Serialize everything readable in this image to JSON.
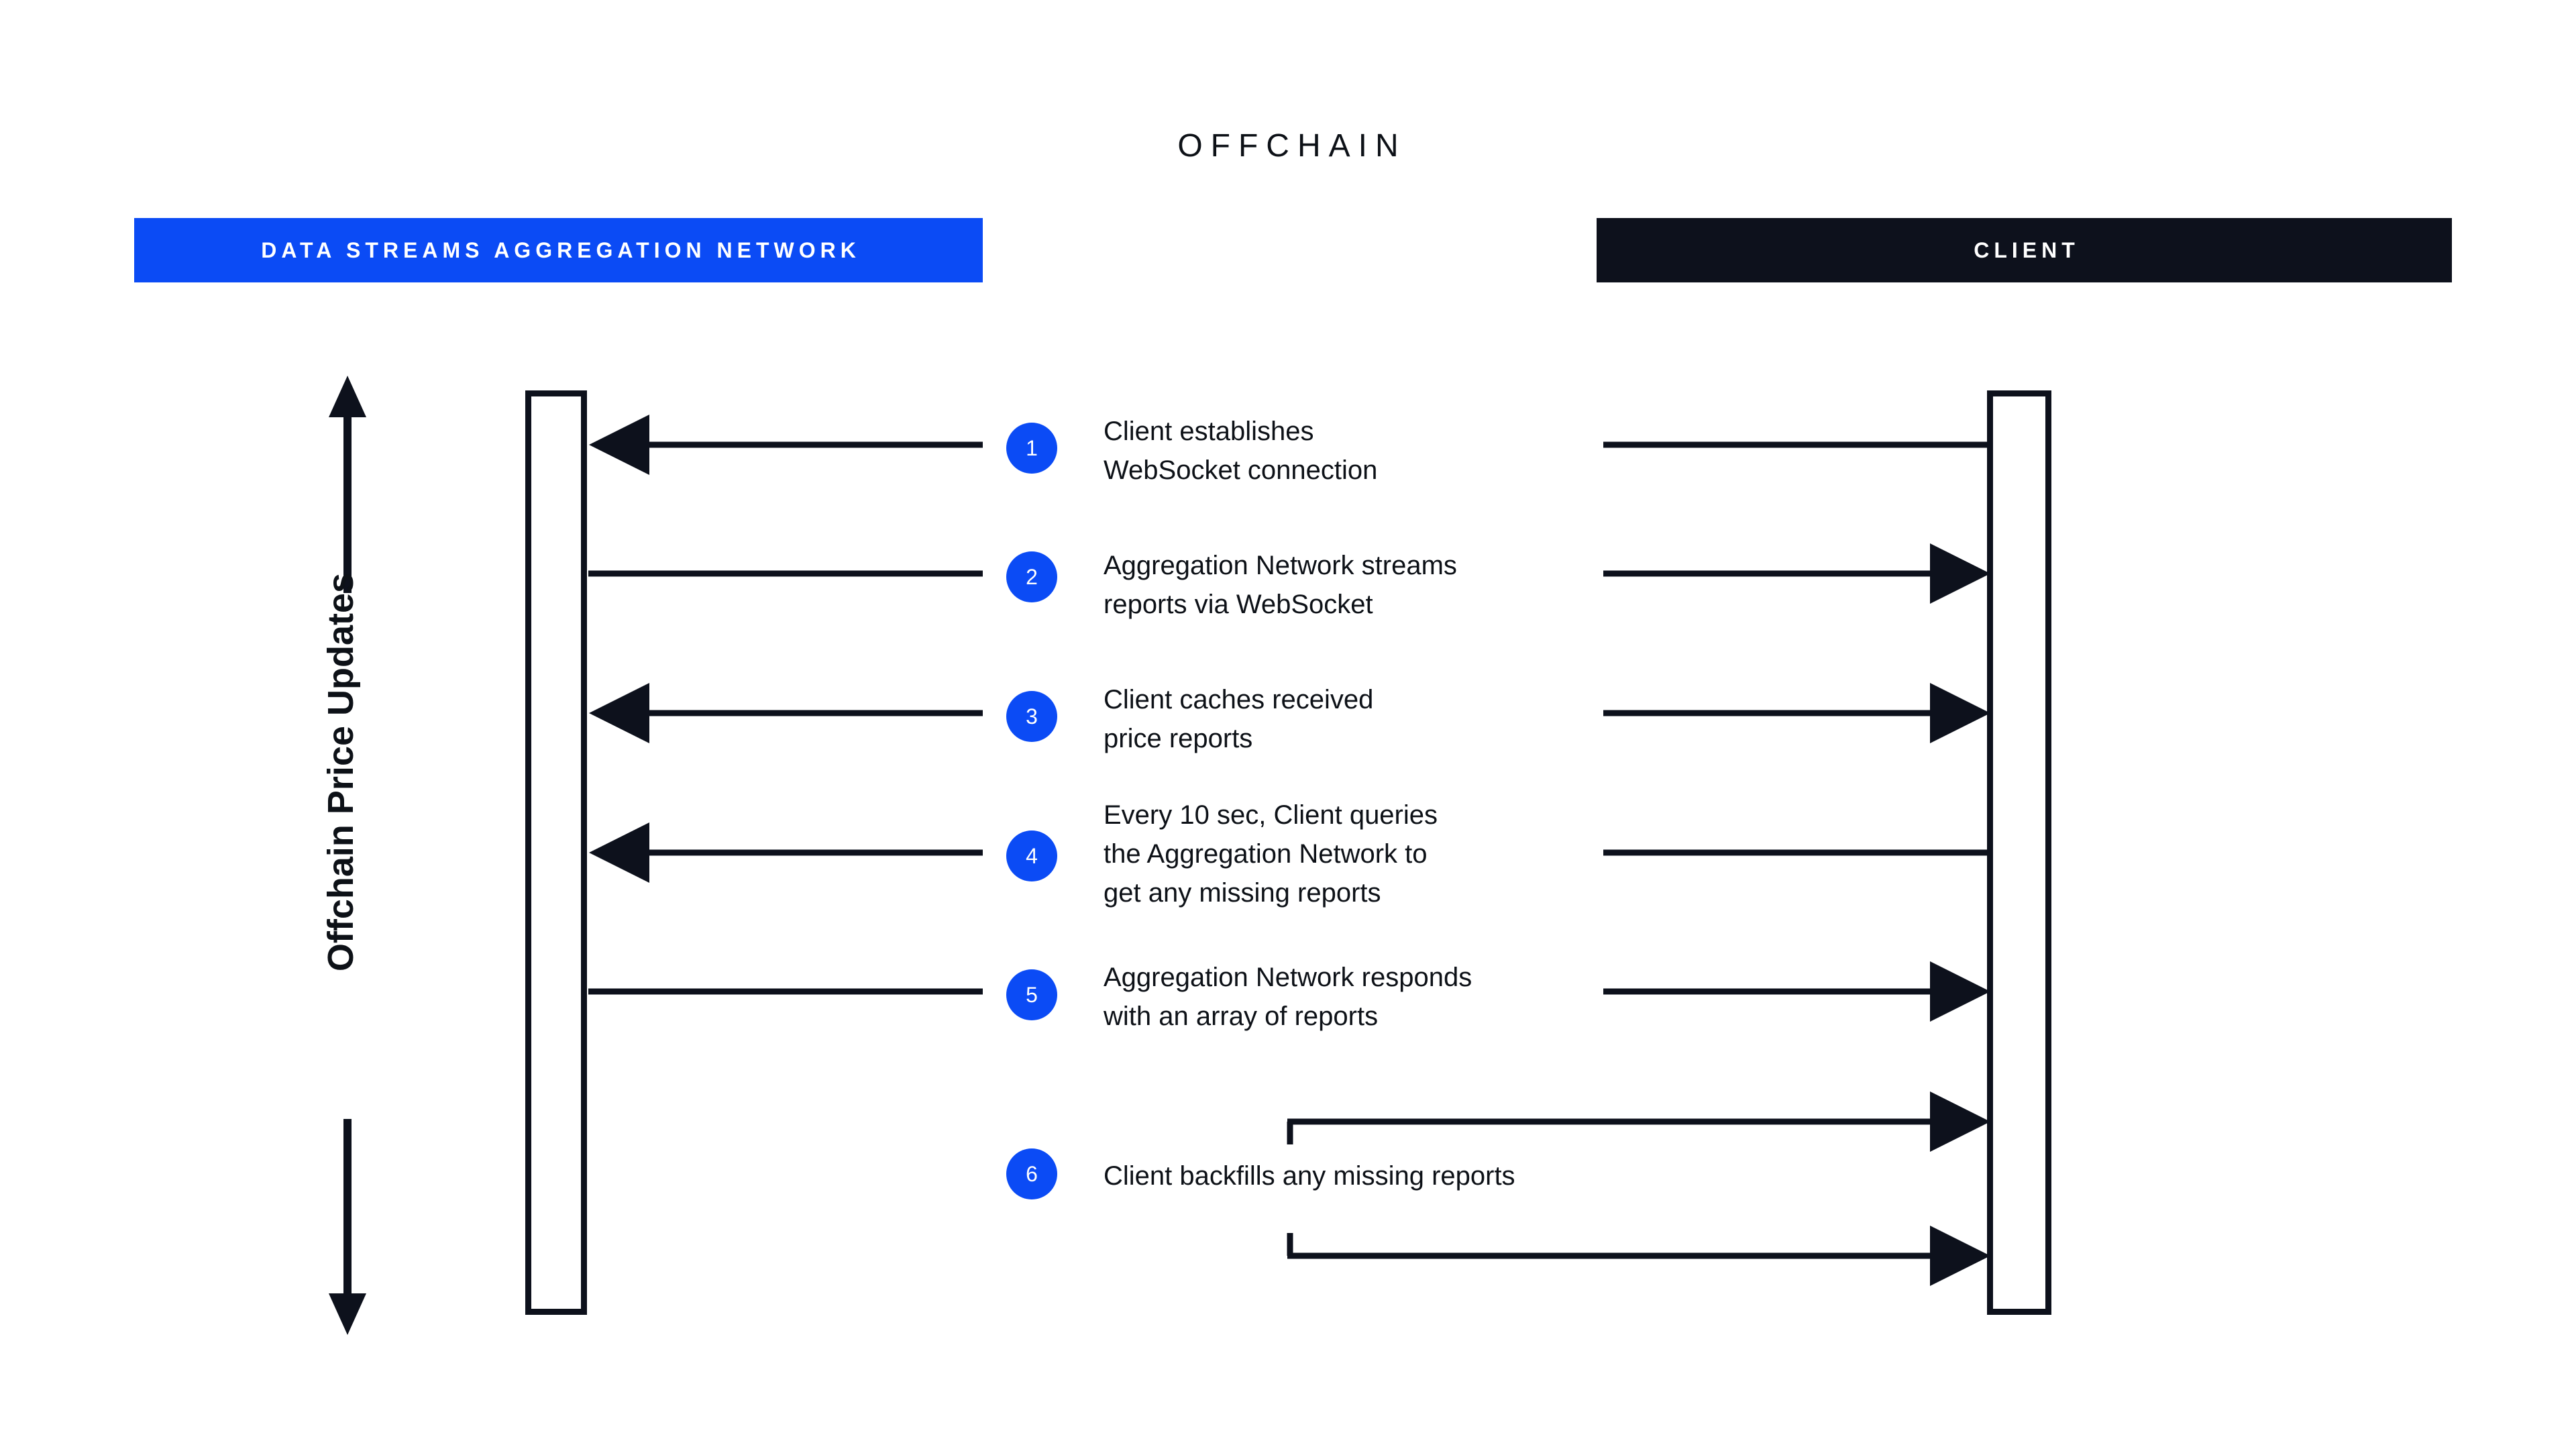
{
  "diagram": {
    "section_title": "OFFCHAIN",
    "vertical_axis": {
      "label": "Offchain Price Updates",
      "arrow_top": "up-arrow-icon",
      "arrow_bottom": "down-arrow-icon"
    },
    "lanes": [
      {
        "id": "network",
        "label": "DATA STREAMS AGGREGATION NETWORK",
        "color": "#0b4bf5"
      },
      {
        "id": "client",
        "label": "CLIENT",
        "color": "#0d111c"
      }
    ],
    "steps": [
      {
        "number": "1",
        "text": "Client establishes\nWebSocket connection"
      },
      {
        "number": "2",
        "text": "Aggregation Network streams\nreports via WebSocket"
      },
      {
        "number": "3",
        "text": "Client caches received\nprice reports"
      },
      {
        "number": "4",
        "text": "Every 10 sec, Client queries\nthe Aggregation Network to\nget any missing reports"
      },
      {
        "number": "5",
        "text": "Aggregation Network responds\nwith an array of reports"
      },
      {
        "number": "6",
        "text": "Client backfills any missing reports"
      }
    ],
    "colors": {
      "accent_blue": "#0b4bf5",
      "dark": "#0d111c",
      "background": "#ffffff",
      "text": "#0d1117"
    }
  }
}
